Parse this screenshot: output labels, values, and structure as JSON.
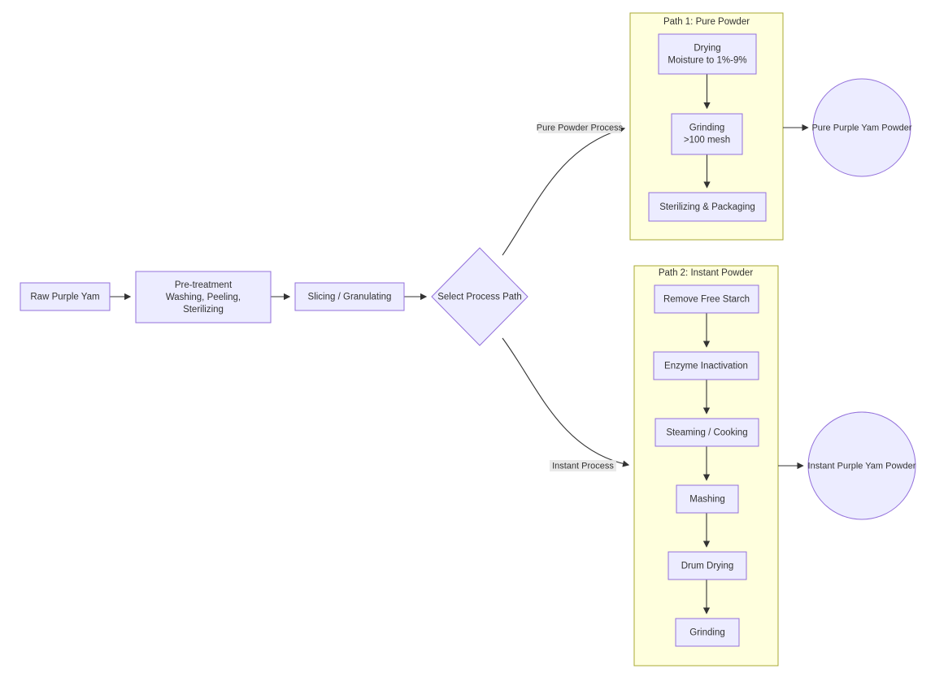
{
  "diagram": {
    "type": "flowchart",
    "background": "#ffffff"
  },
  "colors": {
    "node_fill": "#ECECFF",
    "node_border": "#9370DB",
    "subgraph_fill": "#FFFFDE",
    "subgraph_border": "#AAAA33",
    "edge": "#333333",
    "edge_label_bg": "#e8e8e8",
    "text": "#333333"
  },
  "nodes": {
    "raw": {
      "label": "Raw Purple Yam"
    },
    "pretreatment": {
      "lines": [
        "Pre-treatment",
        "Washing, Peeling,",
        "Sterilizing"
      ]
    },
    "slicing": {
      "label": "Slicing / Granulating"
    },
    "decision": {
      "label": "Select Process Path"
    },
    "drying": {
      "lines": [
        "Drying",
        "Moisture to 1%-9%"
      ]
    },
    "grinding_pure": {
      "lines": [
        "Grinding",
        ">100 mesh"
      ]
    },
    "sterilizing_packaging": {
      "label": "Sterilizing & Packaging"
    },
    "pure_powder": {
      "label": "Pure Purple Yam Powder"
    },
    "remove_free_starch": {
      "label": "Remove Free Starch"
    },
    "enzyme_inactivation": {
      "label": "Enzyme Inactivation"
    },
    "steaming_cooking": {
      "label": "Steaming / Cooking"
    },
    "mashing": {
      "label": "Mashing"
    },
    "drum_drying": {
      "label": "Drum Drying"
    },
    "grinding_instant": {
      "label": "Grinding"
    },
    "instant_powder": {
      "label": "Instant Purple Yam Powder"
    }
  },
  "subgraphs": {
    "path1": {
      "title": "Path 1: Pure Powder"
    },
    "path2": {
      "title": "Path 2: Instant Powder"
    }
  },
  "edge_labels": {
    "pure_process": "Pure Powder Process",
    "instant_process": "Instant Process"
  }
}
